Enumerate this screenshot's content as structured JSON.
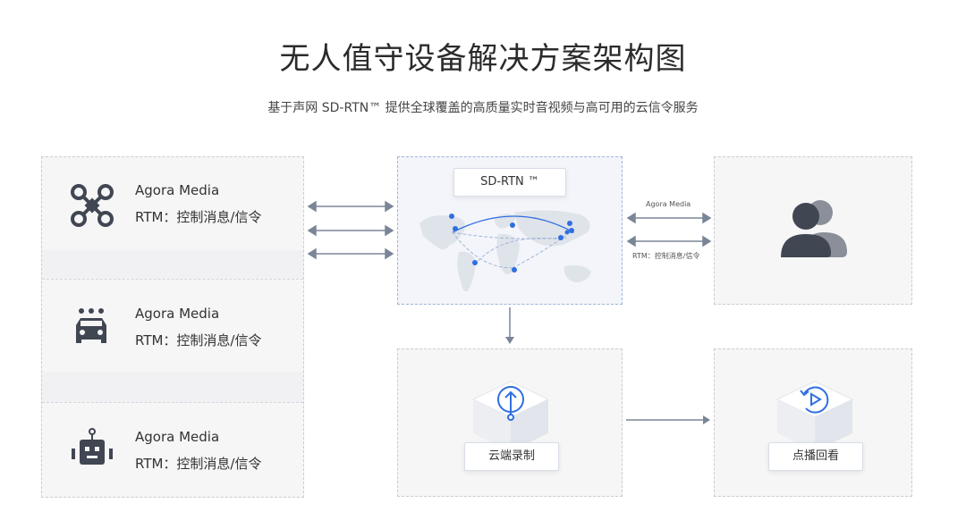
{
  "header": {
    "title": "无人值守设备解决方案架构图",
    "subtitle": "基于声网 SD-RTN™ 提供全球覆盖的高质量实时音视频与高可用的云信令服务"
  },
  "devices": [
    {
      "icon": "drone-icon",
      "media": "Agora Media",
      "rtm": "RTM：控制消息/信令"
    },
    {
      "icon": "car-icon",
      "media": "Agora Media",
      "rtm": "RTM：控制消息/信令"
    },
    {
      "icon": "robot-icon",
      "media": "Agora Media",
      "rtm": "RTM：控制消息/信令"
    }
  ],
  "network": {
    "label": "SD-RTN ™"
  },
  "links": {
    "media": "Agora Media",
    "rtm": "RTM：控制消息/信令"
  },
  "users": {
    "icon": "users-icon"
  },
  "cloud_record": {
    "label": "云端录制",
    "icon": "upload-icon"
  },
  "playback": {
    "label": "点播回看",
    "icon": "replay-icon"
  },
  "colors": {
    "accent": "#2f6fe0",
    "icon_dark": "#404652",
    "arrow": "#7a8597"
  }
}
